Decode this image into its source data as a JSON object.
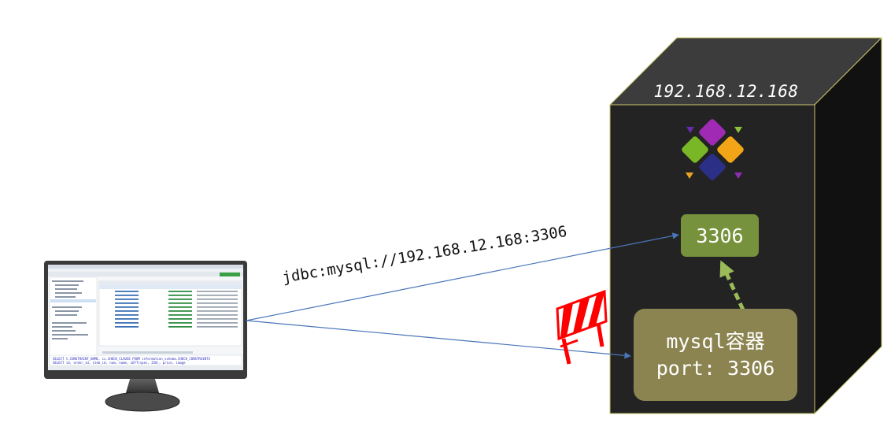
{
  "server": {
    "ip": "192.168.12.168",
    "port_label": "3306",
    "container_title": "mysql容器",
    "container_port": "port: 3306"
  },
  "connection": {
    "url": "jdbc:mysql://192.168.12.168:3306"
  },
  "client": {
    "sql_line_1": "SELECT t.CONSTRAINT_NAME, cc.CHECK_CLAUSE FROM information_schema.CHECK_CONSTRAINTS",
    "sql_line_2": "SELECT id, order_id, item_id, num, name, LEFT(spec, 256), price, image"
  },
  "colors": {
    "server_front": "#232323",
    "server_top": "#3c3c3c",
    "server_side": "#111111",
    "port_green": "#76923c",
    "container_olive": "#8b8450",
    "arrow_blue": "#4a76b8",
    "firewall_red": "#ff0000",
    "dashed_green": "#9bbb59"
  },
  "icons": {
    "docker_logo": "colorful-diamond-logo",
    "firewall": "red-white-barrier-icon",
    "monitor": "computer-monitor-icon"
  }
}
